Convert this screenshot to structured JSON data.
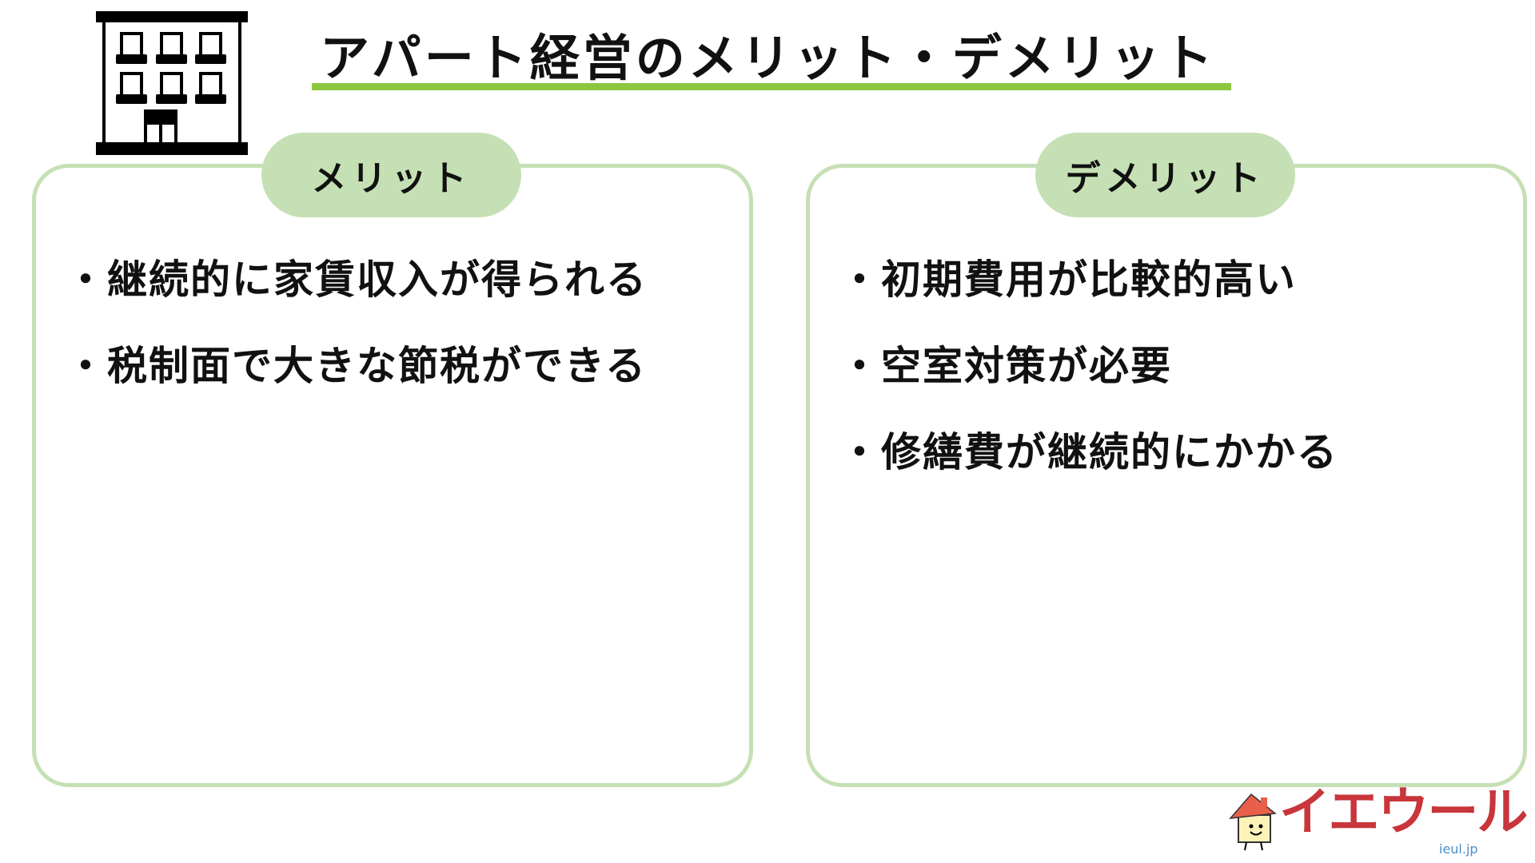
{
  "title": "アパート経営のメリット・デメリット",
  "merit": {
    "label": "メリット",
    "items": [
      "・継続的に家賃収入が得られる",
      "・税制面で大きな節税ができる"
    ]
  },
  "demerit": {
    "label": "デメリット",
    "items": [
      "・初期費用が比較的高い",
      "・空室対策が必要",
      "・修繕費が継続的にかかる"
    ]
  },
  "logo": {
    "name": "イエウール",
    "domain": "ieul.jp"
  },
  "colors": {
    "accent": "#8dc63f",
    "panel_border": "#c5e0b4",
    "logo": "#c8353a"
  }
}
